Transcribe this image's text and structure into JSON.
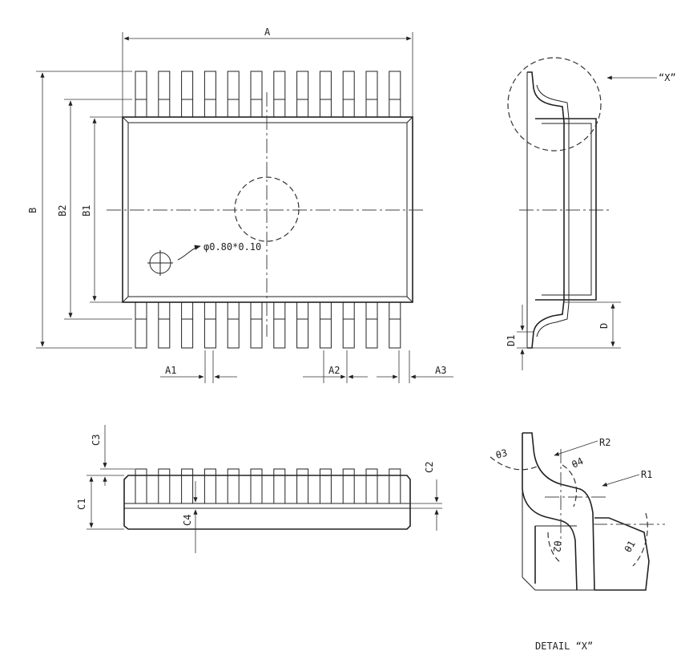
{
  "labels": {
    "A": "A",
    "B": "B",
    "B1": "B1",
    "B2": "B2",
    "A1": "A1",
    "A2": "A2",
    "A3": "A3",
    "hole_note": "φ0.80*0.10",
    "C1": "C1",
    "C2": "C2",
    "C3": "C3",
    "C4": "C4",
    "D": "D",
    "D1": "D1",
    "X_ref": "“X”",
    "R1": "R1",
    "R2": "R2",
    "theta1": "θ1",
    "theta2": "θ2",
    "theta3": "θ3",
    "theta4": "θ4",
    "detail_title": "DETAIL “X”"
  },
  "lead_count_per_side": 12
}
